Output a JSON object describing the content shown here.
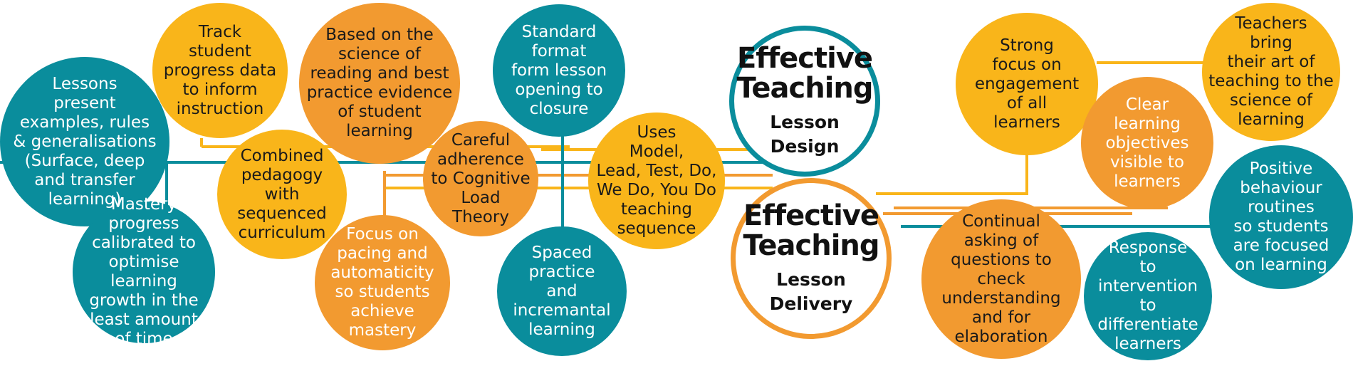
{
  "colors": {
    "teal": "#0a8d9c",
    "yellow": "#f9b51a",
    "orange": "#f29a30",
    "hub_design_border": "#0a8d9c",
    "hub_delivery_border": "#f29a30"
  },
  "hubs": [
    {
      "id": "lesson-design",
      "title": "Effective\nTeaching",
      "subtitle": "Lesson\nDesign"
    },
    {
      "id": "lesson-delivery",
      "title": "Effective\nTeaching",
      "subtitle": "Lesson\nDelivery"
    }
  ],
  "nodes": [
    {
      "id": "lessons-present",
      "color": "teal",
      "text": "Lessons\npresent\nexamples, rules\n& generalisations\n(Surface, deep\nand transfer\nlearning)"
    },
    {
      "id": "track-student-progress",
      "color": "yellow",
      "text": "Track\nstudent\nprogress data\nto inform\ninstruction"
    },
    {
      "id": "science-of-reading",
      "color": "orange",
      "text": "Based on the\nscience of\nreading and best\npractice evidence\nof student\nlearning"
    },
    {
      "id": "standard-format",
      "color": "teal",
      "text": "Standard\nformat\nform lesson\nopening to\nclosure"
    },
    {
      "id": "combined-pedagogy",
      "color": "yellow",
      "text": "Combined\npedagogy with\nsequenced\ncurriculum"
    },
    {
      "id": "cognitive-load",
      "color": "orange",
      "text": "Careful\nadherence\nto Cognitive\nLoad\nTheory"
    },
    {
      "id": "model-lead-test",
      "color": "yellow",
      "text": "Uses\nModel,\nLead, Test, Do,\nWe Do, You Do\nteaching\nsequence"
    },
    {
      "id": "mastery-progress",
      "color": "teal",
      "text": "Mastery\nprogress\ncalibrated to\noptimise learning\ngrowth in the\nleast amount\nof time"
    },
    {
      "id": "pacing-automaticity",
      "color": "orange",
      "text": "Focus on\npacing and\nautomaticity\nso students\nachieve\nmastery"
    },
    {
      "id": "spaced-practice",
      "color": "teal",
      "text": "Spaced\npractice\nand\nincremantal\nlearning"
    },
    {
      "id": "strong-focus-engagement",
      "color": "yellow",
      "text": "Strong\nfocus on\nengagement\nof all\nlearners"
    },
    {
      "id": "teachers-bring-art",
      "color": "yellow",
      "text": "Teachers\nbring\ntheir art of\nteaching to the\nscience of\nlearning"
    },
    {
      "id": "clear-objectives",
      "color": "orange",
      "text": "Clear\nlearning\nobjectives\nvisible to\nlearners"
    },
    {
      "id": "positive-behaviour",
      "color": "teal",
      "text": "Positive\nbehaviour\nroutines\nso students\nare focused\non learning"
    },
    {
      "id": "continual-questions",
      "color": "orange",
      "text": "Continual\nasking of\nquestions to check\nunderstanding\nand for\nelaboration"
    },
    {
      "id": "response-intervention",
      "color": "teal",
      "text": "Response\nto intervention\nto differentiate\nlearners"
    }
  ]
}
